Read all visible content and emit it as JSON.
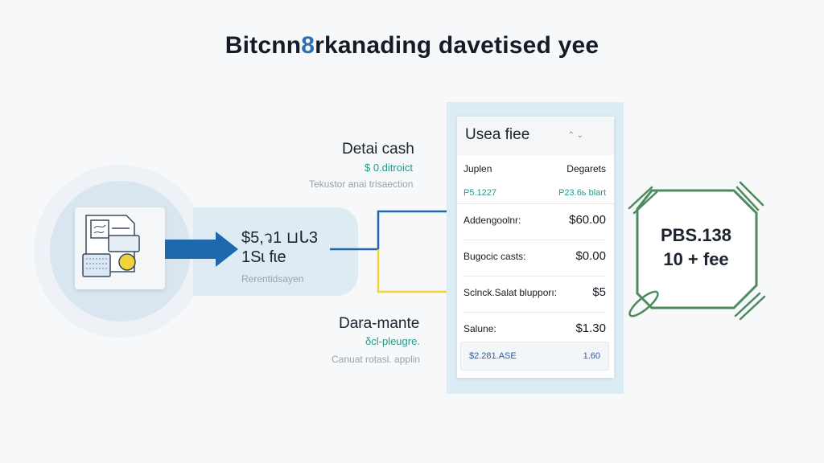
{
  "title": {
    "part1": "Bitcnn",
    "part2": "8",
    "part3": "rkanading  davetised yee"
  },
  "left": {
    "amount_line1": "$5,ว1 ⊔ᒐ3",
    "amount_line2": "1Sɩ fɩe",
    "caption": "Rerentidsayen"
  },
  "top_label": {
    "title": "Detai cash",
    "value": "$ 0.ditroict",
    "caption": "Tekustor anai trisaection"
  },
  "bottom_label": {
    "title": "Dara-mante",
    "value": "δcl-pleugre.",
    "caption": "Canuat rotasl. applin"
  },
  "panel": {
    "title": "Usea fiee",
    "header": {
      "left": "Juplen",
      "right": "Degarets"
    },
    "subheader": {
      "left": "P5.1227",
      "right": "P23.6ь blart"
    },
    "rows": [
      {
        "label": "Addengoolnr:",
        "value": "$60.00"
      },
      {
        "label": "Bugocic casts:",
        "value": "$0.00"
      },
      {
        "label": "Sclnck.Salat blupporı:",
        "value": "$5"
      },
      {
        "label": "Salune:",
        "value": "$1.30"
      }
    ],
    "footer": {
      "left": "$2.281.ASE",
      "right": "1.60"
    }
  },
  "fee_box": {
    "line1": "PBS.138",
    "line2": "10 + fee"
  },
  "colors": {
    "blue": "#1e68ad",
    "yellow": "#f0d23a",
    "green": "#4e8a5e",
    "teal": "#1f9a8c"
  }
}
